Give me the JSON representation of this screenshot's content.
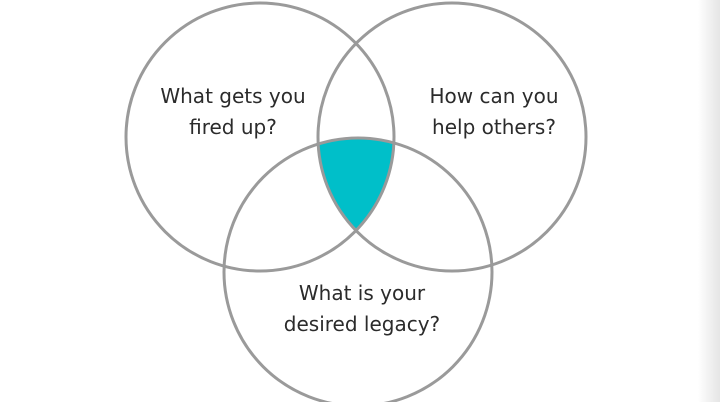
{
  "colors": {
    "circle_stroke": "#9a9a9a",
    "highlight_fill": "#00bfc9",
    "text": "#2b2b2b",
    "background": "#ffffff"
  },
  "venn": {
    "circles": [
      {
        "id": "passion",
        "label_lines": [
          "What gets you",
          "fired up?"
        ]
      },
      {
        "id": "service",
        "label_lines": [
          "How can you",
          "help others?"
        ]
      },
      {
        "id": "legacy",
        "label_lines": [
          "What is your",
          "desired legacy?"
        ]
      }
    ],
    "center_highlighted": true
  }
}
